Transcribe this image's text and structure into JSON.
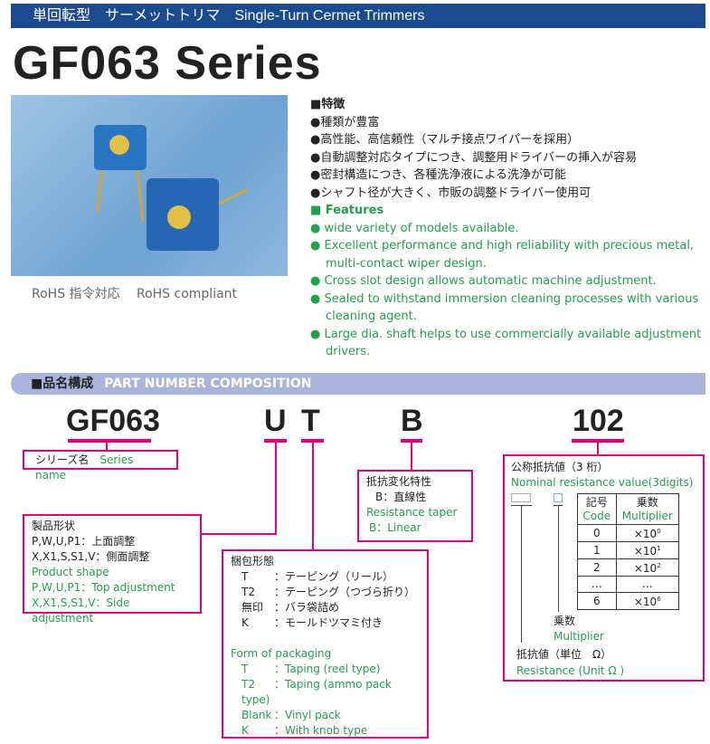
{
  "header": {
    "text": "単回転型　サーメットトリマ　Single-Turn Cermet Trimmers"
  },
  "title": "GF063 Series",
  "photo": {
    "caption_jp": "RoHS 指令対応",
    "caption_en": "RoHS compliant"
  },
  "features_jp": {
    "heading": "■特徴",
    "items": [
      "●種類が豊富",
      "●高性能、高信頼性（マルチ接点ワイパーを採用）",
      "●自動調整対応タイプにつき、調整用ドライバーの挿入が容易",
      "●密封構造につき、各種洗浄液による洗浄が可能",
      "●シャフト径が大きく、市販の調整ドライバー使用可"
    ]
  },
  "features_en": {
    "heading": "■ Features",
    "items": [
      [
        "wide variety of models available."
      ],
      [
        "Excellent performance and high reliability with precious metal,",
        "multi-contact wiper design."
      ],
      [
        "Cross slot design allows automatic machine adjustment."
      ],
      [
        "Sealed to withstand immersion cleaning processes with various",
        "cleaning agent."
      ],
      [
        "Large dia. shaft helps to use commercially available adjustment",
        "drivers."
      ]
    ]
  },
  "composition": {
    "heading_jp": "■品名構成",
    "heading_en": "PART NUMBER COMPOSITION",
    "parts": [
      "GF063",
      "U",
      "T",
      "B",
      "102"
    ],
    "series": {
      "jp": "シリーズ名",
      "en": "Series name"
    },
    "shape": {
      "title_jp": "製品形状",
      "jp1": "P,W,U,P1：上面調整",
      "jp2": "X,X1,S,S1,V：側面調整",
      "title_en": "Product shape",
      "en1": "P,W,U,P1：Top adjustment",
      "en2": "X,X1,S,S1,V：Side adjustment"
    },
    "packaging": {
      "title_jp": "梱包形態",
      "jp": [
        [
          "T",
          "：テーピング（リール）"
        ],
        [
          "T2",
          "：テーピング（つづら折り）"
        ],
        [
          "無印",
          "：バラ袋詰め"
        ],
        [
          "K",
          "：モールドツマミ付き"
        ]
      ],
      "title_en": "Form of packaging",
      "en": [
        [
          "T",
          "：Taping (reel type)"
        ],
        [
          "T2",
          "：Taping (ammo pack type)"
        ],
        [
          "Blank",
          "：Vinyl pack"
        ],
        [
          "K",
          "：With knob type"
        ]
      ]
    },
    "taper": {
      "title_jp": "抵抗変化特性",
      "jp": "B：直線性",
      "title_en": "Resistance taper",
      "en": "B：Linear"
    },
    "resistance": {
      "title_jp": "公称抵抗値（3 桁）",
      "title_en": "Nominal resistance value(3digits)",
      "col1_jp": "記号",
      "col1_en": "Code",
      "col2_jp": "乗数",
      "col2_en": "Multiplier",
      "rows": [
        [
          "0",
          "×10",
          "0"
        ],
        [
          "1",
          "×10",
          "1"
        ],
        [
          "2",
          "×10",
          "2"
        ],
        [
          "…",
          "…",
          ""
        ],
        [
          "6",
          "×10",
          "6"
        ]
      ],
      "mult_jp": "乗数",
      "mult_en": "Multiplier",
      "res_jp": "抵抗値（単位　Ω）",
      "res_en": "Resistance (Unit Ω )"
    }
  }
}
